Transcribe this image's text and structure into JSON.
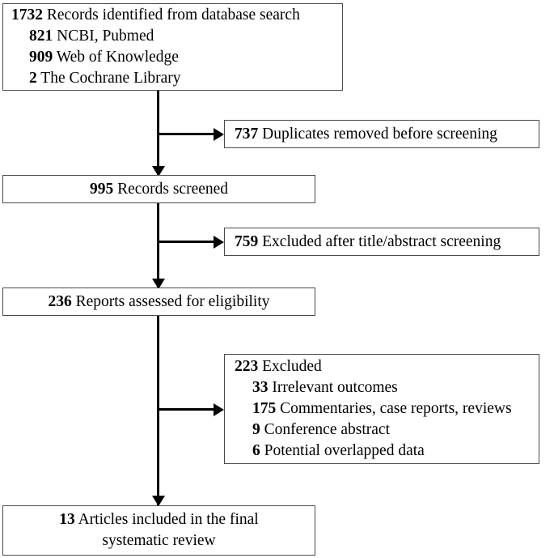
{
  "diagram": {
    "title": "PRISMA study selection flow diagram",
    "type": "flowchart",
    "box_border_color": "#4a4a4a",
    "connector_color": "#000000",
    "background": "#ffffff"
  },
  "boxes": {
    "identified": {
      "lines": [
        {
          "num": "1732",
          "txt": "Records identified from database search",
          "sub": false
        },
        {
          "num": "821",
          "txt": "NCBI, Pubmed",
          "sub": true
        },
        {
          "num": "909",
          "txt": "Web of Knowledge",
          "sub": true
        },
        {
          "num": "2",
          "txt": "The Cochrane Library",
          "sub": true
        }
      ]
    },
    "duplicates": {
      "lines": [
        {
          "num": "737",
          "txt": "Duplicates removed before screening",
          "sub": false
        }
      ]
    },
    "screened": {
      "lines": [
        {
          "num": "995",
          "txt": "Records screened",
          "sub": false
        }
      ]
    },
    "excluded_screening": {
      "lines": [
        {
          "num": "759",
          "txt": "Excluded after title/abstract screening",
          "sub": false
        }
      ]
    },
    "assessed": {
      "lines": [
        {
          "num": "236",
          "txt": "Reports assessed for eligibility",
          "sub": false
        }
      ]
    },
    "excluded_eligibility": {
      "lines": [
        {
          "num": "223",
          "txt": "Excluded",
          "sub": false
        },
        {
          "num": "33",
          "txt": "Irrelevant outcomes",
          "sub": true
        },
        {
          "num": "175",
          "txt": "Commentaries, case reports, reviews",
          "sub": true
        },
        {
          "num": "9",
          "txt": "Conference abstract",
          "sub": true
        },
        {
          "num": "6",
          "txt": "Potential overlapped data",
          "sub": true
        }
      ]
    },
    "included": {
      "lines": [
        {
          "num": "13",
          "txt": "Articles included in the final",
          "sub": false
        },
        {
          "num": "",
          "txt": "systematic review",
          "sub": false
        }
      ]
    }
  }
}
